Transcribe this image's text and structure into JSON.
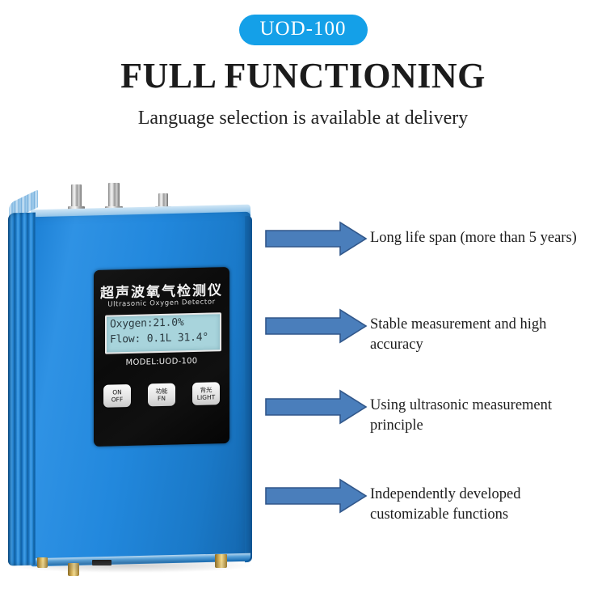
{
  "header": {
    "badge": "UOD-100",
    "headline": "FULL FUNCTIONING",
    "subhead": "Language selection is available at delivery"
  },
  "colors": {
    "badge_bg": "#14a0e8",
    "arrow_fill": "#4a7ebb",
    "arrow_stroke": "#31578a",
    "device_blue": "#2288dd",
    "lcd_bg": "#a8d4dc",
    "faceplate": "#0b0b0b",
    "foot_brass": "#d8b45c"
  },
  "device": {
    "faceplate": {
      "cn_title": "超声波氧气检测仪",
      "en_title": "Ultrasonic Oxygen Detector",
      "model_label": "MODEL:UOD-100",
      "lcd": {
        "line1": "Oxygen:21.0%",
        "line2": "Flow: 0.1L 31.4°"
      },
      "buttons": [
        {
          "top": "ON",
          "bottom": "OFF",
          "name": "power-button"
        },
        {
          "top": "功能",
          "bottom": "FN",
          "name": "function-button"
        },
        {
          "top": "背光",
          "bottom": "LIGHT",
          "name": "backlight-button"
        }
      ]
    },
    "ports": [
      {
        "name": "gas-inlet-port-left"
      },
      {
        "name": "gas-inlet-port-center"
      },
      {
        "name": "gas-outlet-port-right"
      }
    ],
    "feet": [
      {
        "name": "brass-foot-left"
      },
      {
        "name": "brass-foot-center"
      },
      {
        "name": "brass-foot-right"
      }
    ],
    "connector": {
      "name": "bottom-connector-port"
    }
  },
  "callouts": [
    {
      "id": "callout-life-span",
      "text": "Long life span (more than 5 years)",
      "arrow_name": "arrow-right-icon"
    },
    {
      "id": "callout-stable-measurement",
      "text": "Stable measurement and high\n  accuracy",
      "arrow_name": "arrow-right-icon"
    },
    {
      "id": "callout-ultrasonic-principle",
      "text": "Using ultrasonic measurement\nprinciple",
      "arrow_name": "arrow-right-icon"
    },
    {
      "id": "callout-customizable-functions",
      "text": "Independently developed\ncustomizable functions",
      "arrow_name": "arrow-right-icon"
    }
  ]
}
